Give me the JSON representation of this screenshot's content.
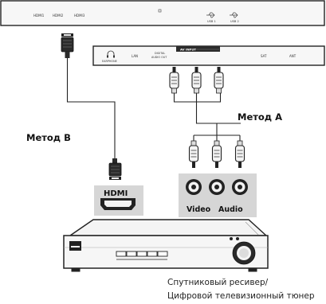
{
  "tv_top_panel": {
    "ports": [
      "HDMI1",
      "HDMI2",
      "HDMI3"
    ],
    "usb": [
      "USB 1",
      "USB 2"
    ]
  },
  "tv_side_panel": {
    "earphone": "EARPHONE",
    "lan": "LAN",
    "digital_audio_out_line1": "DIGITAL",
    "digital_audio_out_line2": "AUDIO OUT",
    "av_input": "AV INPUT",
    "sat": "SAT",
    "ant": "ANT"
  },
  "methods": {
    "a": "Метод A",
    "b": "Метод B"
  },
  "device_ports": {
    "hdmi": "HDMI",
    "video": "Video",
    "audio": "Audio"
  },
  "cable_label": "HDMI",
  "caption": {
    "line1": "Спутниковый ресивер/",
    "line2": "Цифровой телевизионный тюнер"
  },
  "colors": {
    "outline": "#222222",
    "light_fill": "#f2f2f2",
    "rca_box": "#d6d6d6",
    "dark": "#1a1a1a"
  }
}
